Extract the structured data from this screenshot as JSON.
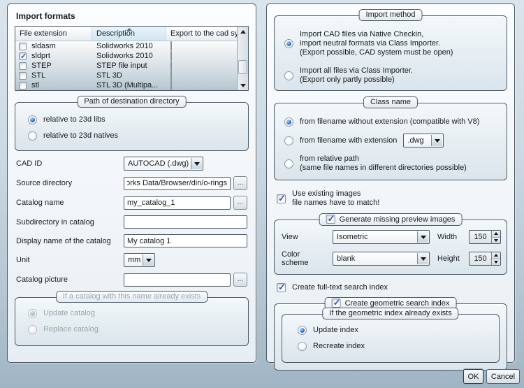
{
  "dialog": {
    "left": {
      "title": "Import formats",
      "table": {
        "headers": [
          "File extension",
          "Description",
          "Export to the cad system"
        ],
        "sort_column": "Description",
        "rows": [
          {
            "extension": "sldasm",
            "description": "Solidworks 2010",
            "import_checked": false,
            "export_checked": false
          },
          {
            "extension": "sldprt",
            "description": "Solidworks 2010",
            "import_checked": true,
            "export_checked": false
          },
          {
            "extension": "STEP",
            "description": "STEP file input",
            "import_checked": false,
            "export_checked": false
          },
          {
            "extension": "STL",
            "description": "STL 3D",
            "import_checked": false,
            "export_checked": false
          },
          {
            "extension": "stl",
            "description": "STL 3D (Multipa...",
            "import_checked": false,
            "export_checked": false
          }
        ]
      },
      "path_group": {
        "title": "Path of destination directory",
        "option1": "relative to 23d libs",
        "option2": "relative to 23d natives",
        "selected": "relative to 23d libs"
      },
      "fields": {
        "cad_id": {
          "label": "CAD ID",
          "value": "AUTOCAD (.dwg)"
        },
        "source_directory": {
          "label": "Source directory",
          "value": "olidWorks Data/Browser/din/o-rings",
          "browse": "..."
        },
        "catalog_name": {
          "label": "Catalog name",
          "value": "my_catalog_1",
          "browse": "..."
        },
        "subdirectory": {
          "label": "Subdirectory in catalog",
          "value": ""
        },
        "display_name": {
          "label": "Display name of the catalog",
          "value": "My catalog 1"
        },
        "unit": {
          "label": "Unit",
          "value": "mm"
        },
        "catalog_picture": {
          "label": "Catalog picture",
          "value": "",
          "browse": "..."
        }
      },
      "exists_group": {
        "title": "If a catalog with this name already exists",
        "option1": "Update catalog",
        "option2": "Replace catalog",
        "selected": "Update catalog",
        "disabled": true
      }
    },
    "right": {
      "import_method": {
        "title": "Import method",
        "option1_line1": "Import CAD files via Native Checkin,",
        "option1_line2": "import neutral formats via Class Importer.",
        "option1_line3": "(Export possible, CAD system must be open)",
        "option2_line1": "Import all files via Class Importer.",
        "option2_line2": "(Export only partly possible)",
        "selected": "option1"
      },
      "class_name": {
        "title": "Class name",
        "option1": "from filename without extension (compatible with V8)",
        "option2": "from filename with extension",
        "option2_combo_value": ".dwg",
        "option3_line1": "from relative path",
        "option3_line2": "(same file names in different directories possible)",
        "selected": "option1"
      },
      "use_existing_images": {
        "line1": "Use existing images",
        "line2": "file names have to match!",
        "checked": true
      },
      "preview_group": {
        "title": "Generate missing preview images",
        "checked": true,
        "view_label": "View",
        "view_value": "Isometric",
        "color_label": "Color scheme",
        "color_value": "blank",
        "width_label": "Width",
        "width_value": "150",
        "height_label": "Height",
        "height_value": "150"
      },
      "fulltext": {
        "label": "Create full-text search index",
        "checked": true
      },
      "geometric_group": {
        "title": "Create geometric search index",
        "checked": true,
        "exists_group": {
          "title": "If the geometric index already exists",
          "option1": "Update index",
          "option2": "Recreate index",
          "selected": "Update index"
        }
      }
    },
    "buttons": {
      "ok": "OK",
      "cancel": "Cancel"
    }
  }
}
